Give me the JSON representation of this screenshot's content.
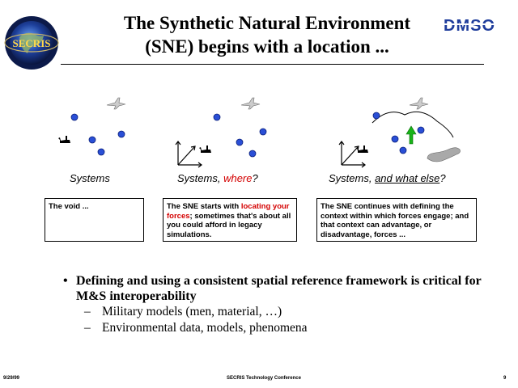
{
  "header": {
    "title_line1": "The Synthetic Natural Environment",
    "title_line2": "(SNE) begins with a location ...",
    "logo_left_text": "SECRIS",
    "logo_right_text": "DMSO"
  },
  "panels": [
    {
      "caption": "Systems",
      "box_text": "The void ..."
    },
    {
      "caption_prefix": "Systems, ",
      "caption_highlight": "where",
      "caption_suffix": "?",
      "box_text_prefix": "The SNE starts with ",
      "box_text_highlight": "locating your forces",
      "box_text_suffix": "; sometimes that's about all you could afford in legacy simulations."
    },
    {
      "caption_prefix": "Systems, ",
      "caption_highlight": "and what else",
      "caption_suffix": "?",
      "box_text": "The SNE continues with defining the context within which forces engage; and that context can advantage, or disadvantage, forces ..."
    }
  ],
  "bullets": {
    "main": "Defining and using a consistent spatial reference framework is critical for M&S interoperability",
    "sub": [
      "Military models (men, material, …)",
      "Environmental data, models, phenomena"
    ]
  },
  "footer": {
    "date": "9/29/99",
    "conference": "SECRIS Technology Conference",
    "page": "9"
  },
  "colors": {
    "highlight": "#d40000",
    "dot_blue": "#2a4fd6",
    "arrow_green": "#19b319",
    "terrain_gray": "#a9a9a9"
  }
}
